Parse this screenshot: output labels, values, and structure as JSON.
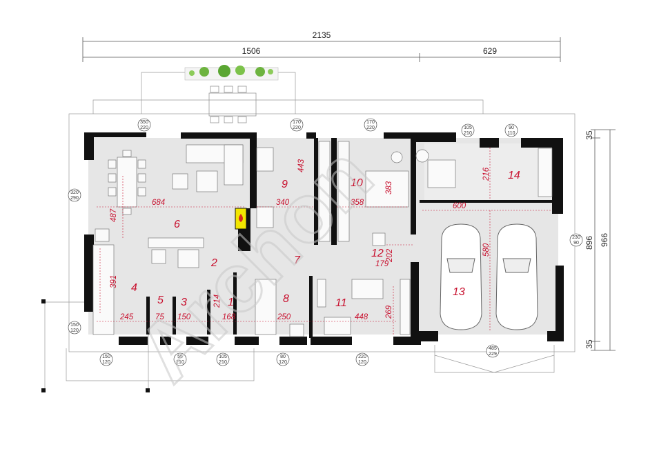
{
  "dimensions": {
    "total_width": "2135",
    "main_width": "1506",
    "garage_width": "629",
    "total_depth": "966",
    "inner_depth": "896",
    "top_offset": "35",
    "bottom_offset": "35"
  },
  "rooms": [
    {
      "number": "1"
    },
    {
      "number": "2"
    },
    {
      "number": "3"
    },
    {
      "number": "4"
    },
    {
      "number": "5"
    },
    {
      "number": "6"
    },
    {
      "number": "7"
    },
    {
      "number": "8"
    },
    {
      "number": "9"
    },
    {
      "number": "10"
    },
    {
      "number": "11"
    },
    {
      "number": "12"
    },
    {
      "number": "13"
    },
    {
      "number": "14"
    }
  ],
  "room_dims": {
    "r6_w": "684",
    "r6_d": "487",
    "r4_d": "391",
    "r4_w": "245",
    "r5_w": "75",
    "r3_w": "150",
    "r1_d": "214",
    "r1_w": "168",
    "r8_w": "250",
    "r9_d": "443",
    "r9_w": "340",
    "r10_w": "358",
    "r10_d": "383",
    "r11_w": "448",
    "r11_d": "269",
    "r12_a": "202",
    "r12_b": "179",
    "r13_d": "580",
    "r13_w": "600",
    "r14_d": "216"
  },
  "openings": {
    "o1": [
      "350",
      "220"
    ],
    "o2": [
      "170",
      "220"
    ],
    "o3": [
      "170",
      "220"
    ],
    "o4": [
      "105",
      "210"
    ],
    "o5": [
      "90",
      "110"
    ],
    "o6": [
      "320",
      "290"
    ],
    "o7": [
      "230",
      "90"
    ],
    "o8": [
      "150",
      "120"
    ],
    "o9": [
      "150",
      "120"
    ],
    "o10": [
      "55",
      "210"
    ],
    "o11": [
      "105",
      "210"
    ],
    "o12": [
      "80",
      "120"
    ],
    "o13": [
      "220",
      "120"
    ],
    "o14": [
      "485",
      "229"
    ]
  },
  "watermark": "Archon",
  "colors": {
    "wall": "#111111",
    "floor": "#e6e6e6",
    "label": "#c8102e",
    "greenery": "#6db33f"
  }
}
